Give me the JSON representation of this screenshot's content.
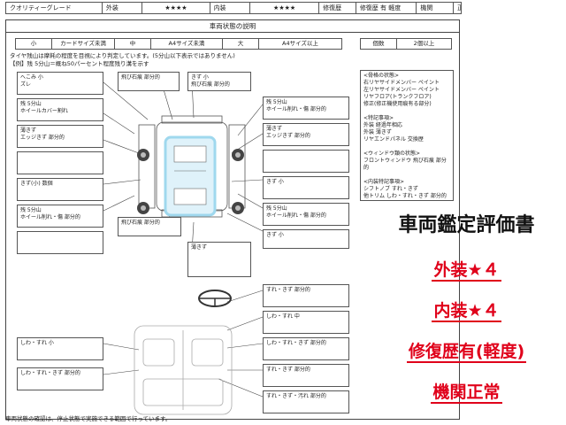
{
  "grade_bar": {
    "quality_label": "クオリティーグレード",
    "exterior_label": "外装",
    "exterior_stars": "★★★★",
    "interior_label": "内装",
    "interior_stars": "★★★★",
    "repair_label": "修復歴",
    "repair_value": "修復歴 有 軽度",
    "engine_label": "機関",
    "engine_value": "正常"
  },
  "sheet": {
    "title": "車両状態の説明",
    "sizes": [
      "小",
      "カードサイズ未満",
      "中",
      "A4サイズ未満",
      "大",
      "A4サイズ以上"
    ],
    "count_label": "個数",
    "count_value": "2個以上",
    "note1": "タイヤ残山は摩耗の程度を目視により判定しています。(5分山以下表示ではありません)",
    "note2": "【例】残 5分山＝概ね50パーセント程度残り溝を示す",
    "left_boxes": [
      {
        "l1": "へこみ 小",
        "l2": "ズレ"
      },
      {
        "l1": "残 5分山",
        "l2": "ホイールカバー割れ"
      },
      {
        "l1": "薄きず",
        "l2": "エッジきず 部分的"
      },
      {
        "l1": "",
        "l2": ""
      },
      {
        "l1": "きず(小) 数個",
        "l2": ""
      },
      {
        "l1": "残 5分山",
        "l2": "ホイール削れ・傷 部分的"
      },
      {
        "l1": "",
        "l2": ""
      }
    ],
    "top_boxes": [
      {
        "l1": "飛び石痕 部分的",
        "l2": ""
      },
      {
        "l1": "きず 小",
        "l2": "飛び石痕 部分的"
      }
    ],
    "right_boxes": [
      {
        "l1": "残 5分山",
        "l2": "ホイール削れ・傷 部分的"
      },
      {
        "l1": "薄きず",
        "l2": "エッジきず 部分的"
      },
      {
        "l1": "",
        "l2": ""
      },
      {
        "l1": "きず 小",
        "l2": ""
      },
      {
        "l1": "残 5分山",
        "l2": "ホイール削れ・傷 部分的"
      },
      {
        "l1": "きず 小",
        "l2": ""
      }
    ],
    "bottom_boxes": [
      {
        "l1": "飛び石痕 部分的",
        "l2": ""
      },
      {
        "l1": "薄きず",
        "l2": ""
      }
    ],
    "interior_boxes": [
      {
        "l1": "すれ・きず 部分的"
      },
      {
        "l1": "しわ・すれ 中"
      },
      {
        "l1": "しわ・すれ・きず 部分的"
      },
      {
        "l1": "すれ・きず 部分的"
      },
      {
        "l1": "すれ・きず・汚れ 部分的"
      }
    ],
    "interior_left_boxes": [
      {
        "l1": "しわ・すれ 小"
      },
      {
        "l1": "しわ・すれ・きず 部分的"
      }
    ],
    "other_notes": [
      "<骨格の状態>",
      "右リヤサイドメンバー ペイント",
      "左リヤサイドメンバー ペイント",
      "リヤフロア(トランクフロア)",
      "修正(修正機使用痕有る部分)",
      "",
      "<特記事項>",
      "外装 経過年相応",
      "外装 薄きず",
      "リヤエンドパネル 交換歴",
      "",
      "<ウィンドウ類の状態>",
      "フロントウィンドウ 飛び石痕 部分的",
      "",
      "<内装特記事項>",
      "シフトノブ すれ・きず",
      "他トリム しわ・すれ・きず 部分的"
    ]
  },
  "overlay": {
    "heading": "車両鑑定評価書",
    "line1": "外装★４",
    "line2": "内装★４",
    "line3": "修復歴有(軽度)",
    "line4": "機関正常"
  },
  "footnote": "車両状態の確認は、停止状態で実施できる範囲で行っています。",
  "colors": {
    "accent_red": "#e0001a",
    "car_highlight": "#9fd8ee"
  }
}
